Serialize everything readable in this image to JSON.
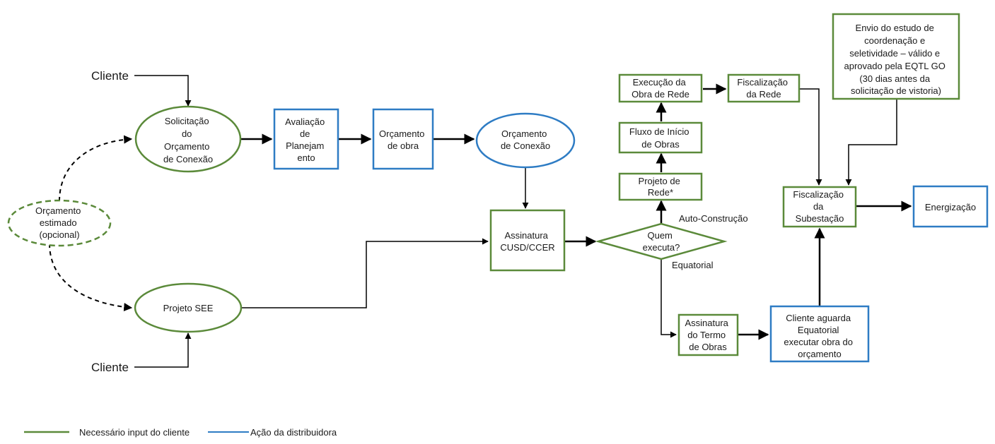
{
  "nodes": {
    "cliente_top": "Cliente",
    "cliente_bottom": "Cliente",
    "solicitacao": [
      "Solicitação",
      "do",
      "Orçamento",
      "de Conexão"
    ],
    "orcamento_estimado": [
      "Orçamento",
      "estimado",
      "(opcional)"
    ],
    "projeto_see": "Projeto SEE",
    "avaliacao": [
      "Avaliação",
      "de",
      "Planejam",
      "ento"
    ],
    "orcamento_obra": [
      "Orçamento",
      "de obra"
    ],
    "orcamento_conexao": [
      "Orçamento",
      "de Conexão"
    ],
    "assinatura_cusd": [
      "Assinatura",
      "CUSD/CCER"
    ],
    "quem_executa": [
      "Quem",
      "executa?"
    ],
    "projeto_rede": [
      "Projeto de",
      "Rede*"
    ],
    "fluxo_inicio": [
      "Fluxo de Início",
      "de Obras"
    ],
    "execucao_obra": [
      "Execução da",
      "Obra de Rede"
    ],
    "fiscalizacao_rede": [
      "Fiscalização",
      "da Rede"
    ],
    "envio_estudo": [
      "Envio do estudo de",
      "coordenação e",
      "seletividade – válido e",
      "aprovado pela EQTL GO",
      "(30 dias antes da",
      "solicitação de vistoria)"
    ],
    "fiscalizacao_subestacao": [
      "Fiscalização",
      "da",
      "Subestação"
    ],
    "energizacao": "Energização",
    "assinatura_termo": [
      "Assinatura",
      "do Termo",
      "de Obras"
    ],
    "cliente_aguarda": [
      "Cliente aguarda",
      "Equatorial",
      "executar obra do",
      "orçamento"
    ]
  },
  "edge_labels": {
    "auto_construcao": "Auto-Construção",
    "equatorial": "Equatorial"
  },
  "legend": {
    "client_input": "Necessário input do cliente",
    "distributor_action": "Ação da distribuidora"
  },
  "colors": {
    "client": "#5b8a3a",
    "distributor": "#2e7cc4"
  }
}
